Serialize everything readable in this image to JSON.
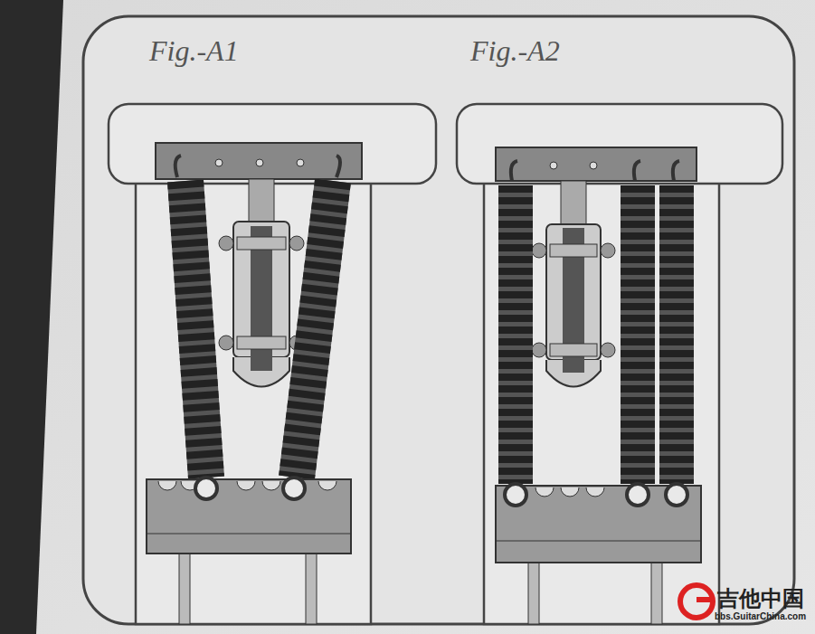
{
  "diagram": {
    "labels": [
      "Fig.-A1",
      "Fig.-A2",
      "吉他中国",
      "bbs.GuitarChina.com"
    ]
  }
}
